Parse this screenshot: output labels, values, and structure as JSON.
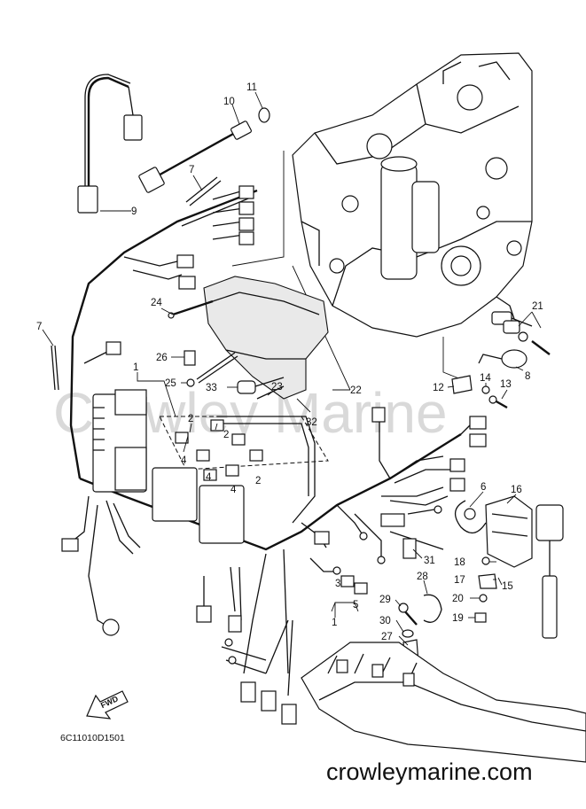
{
  "diagram": {
    "code": "6C11010D1501",
    "website": "crowleymarine.com",
    "watermark": "Crowley Marine",
    "fwd_label": "FWD"
  },
  "callouts": {
    "c1": "1",
    "c1b": "1",
    "c2a": "2",
    "c2b": "2",
    "c2c": "2",
    "c3": "3",
    "c4a": "4",
    "c4b": "4",
    "c4c": "4",
    "c5": "5",
    "c6": "6",
    "c7a": "7",
    "c7b": "7",
    "c8": "8",
    "c9": "9",
    "c10": "10",
    "c11": "11",
    "c12": "12",
    "c13": "13",
    "c14": "14",
    "c15": "15",
    "c16": "16",
    "c17": "17",
    "c18": "18",
    "c19": "19",
    "c20": "20",
    "c21": "21",
    "c22": "22",
    "c23": "23",
    "c24": "24",
    "c25": "25",
    "c26": "26",
    "c27": "27",
    "c28": "28",
    "c29": "29",
    "c30": "30",
    "c31": "31",
    "c32": "32",
    "c33": "33"
  }
}
